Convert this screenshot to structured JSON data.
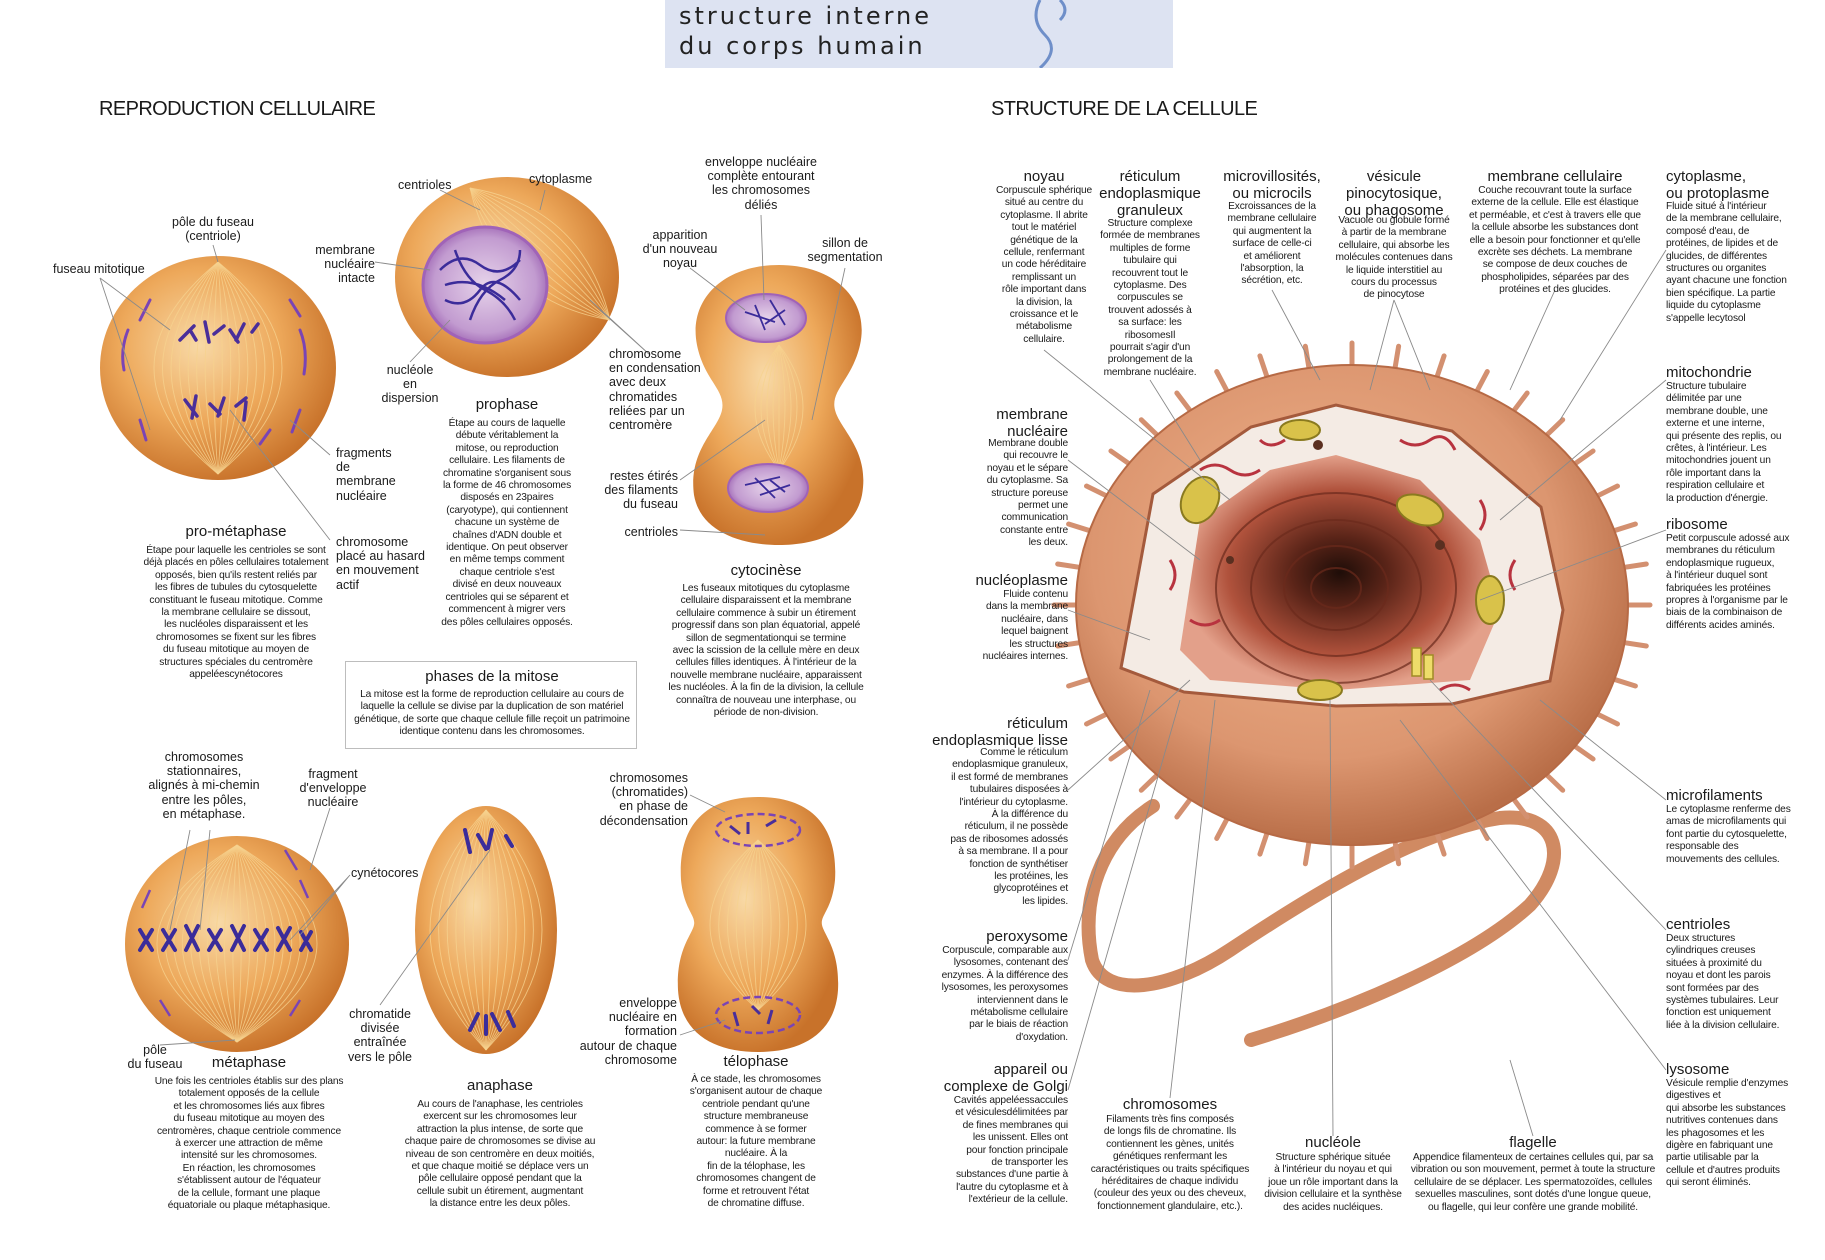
{
  "banner": {
    "line1": "structure interne",
    "line2": "du corps humain"
  },
  "reproduction": {
    "title": "REPRODUCTION CELLULAIRE",
    "phases_box": {
      "title": "phases de la mitose",
      "text": "La mitose est la forme de reproduction cellulaire au cours de\nlaquelle la cellule se divise par la duplication de son matériel\ngénétique, de sorte que chaque cellule fille reçoit un patrimoine\nidentique contenu dans les chromosomes."
    },
    "stages": {
      "prometaphase": {
        "title": "pro-métaphase",
        "text": "Étape pour laquelle les centrioles se sont\ndéjà placés en pôles cellulaires totalement\nopposés, bien qu'ils restent reliés par\nles fibres de tubules du cytosquelette\nconstituant le fuseau mitotique. Comme\nla membrane cellulaire se dissout,\nles nucléoles disparaissent et les\nchromosomes se fixent sur les fibres\ndu fuseau mitotique au moyen de\nstructures spéciales du centromère\nappeléescynétocores"
      },
      "prophase": {
        "title": "prophase",
        "text": "Étape au cours de laquelle\ndébute véritablement la\nmitose, ou reproduction\ncellulaire. Les filaments de\nchromatine s'organisent sous\nla forme de 46 chromosomes\ndisposés en 23paires\n(caryotype), qui contiennent\nchacune un système de\nchaînes d'ADN double et\nidentique. On peut observer\nen même temps comment\nchaque centriole s'est\ndivisé en deux nouveaux\ncentrioles qui se séparent et\ncommencent à migrer vers\ndes pôles cellulaires opposés."
      },
      "cytocinese": {
        "title": "cytocinèse",
        "text": "Les fuseaux mitotiques du cytoplasme\ncellulaire disparaissent et la membrane\ncellulaire commence à subir un étirement\nprogressif dans son plan équatorial, appelé\nsillon de segmentationqui se termine\navec la scission de la cellule mère en deux\ncellules filles identiques. À l'intérieur de la\nnouvelle membrane nucléaire, apparaissent\nles nucléoles. À la fin de la division, la cellule\nconnaîtra de nouveau une interphase, ou\npériode de non-division."
      },
      "metaphase": {
        "title": "métaphase",
        "text": "Une fois les centrioles établis sur des plans\ntotalement opposés de la cellule\net les chromosomes liés aux fibres\ndu fuseau mitotique au moyen des\ncentromères, chaque centriole commence\nà exercer une attraction de même\nintensité sur les chromosomes.\nEn réaction, les chromosomes\ns'établissent autour de l'équateur\nde la cellule, formant une plaque\néquatoriale ou plaque métaphasique."
      },
      "anaphase": {
        "title": "anaphase",
        "text": "Au cours de l'anaphase, les centrioles\nexercent sur les chromosomes leur\nattraction la plus intense, de sorte que\nchaque paire de chromosomes se divise au\nniveau de son centromère en deux moitiés,\net que chaque moitié se déplace vers un\npôle cellulaire opposé pendant que la\ncellule subit un étirement, augmentant\nla distance entre les deux pôles."
      },
      "telophase": {
        "title": "télophase",
        "text": "À ce stade, les chromosomes\ns'organisent autour de chaque\ncentriole pendant qu'une\nstructure membraneuse\ncommence à se former\nautour: la future membrane\nnucléaire. À la\nfin de la télophase, les\nchromosomes changent de\nforme et retrouvent l'état\nde chromatine diffuse."
      }
    },
    "labels": {
      "fuseau_mitotique": "fuseau mitotique",
      "pole_fuseau_centriole": "pôle du fuseau\n(centriole)",
      "membrane_nucleaire_intacte": "membrane\nnucléaire\nintacte",
      "centrioles_prophase": "centrioles",
      "cytoplasme": "cytoplasme",
      "nucleole_dispersion": "nucléole\nen\ndispersion",
      "fragments_membrane": "fragments\nde\nmembrane\nnucléaire",
      "chromosome_hasard": "chromosome\nplacé au hasard\nen mouvement\nactif",
      "enveloppe_complete": "enveloppe nucléaire\ncomplète entourant\nles chromosomes\ndéliés",
      "apparition_noyau": "apparition\nd'un nouveau\nnoyau",
      "sillon_segmentation": "sillon de\nsegmentation",
      "chromosome_condensation": "chromosome\nen condensation\navec deux\nchromatides\nreliées par un\ncentromère",
      "restes_etires": "restes étirés\ndes filaments\ndu fuseau",
      "centrioles_cyto": "centrioles",
      "chromosomes_stationnaires": "chromosomes\nstationnaires,\nalignés à mi-chemin\nentre les pôles,\nen métaphase.",
      "fragment_enveloppe": "fragment\nd'enveloppe\nnucléaire",
      "cynetocores": "cynétocores",
      "pole_fuseau": "pôle\ndu fuseau",
      "chromatide_divisee": "chromatide\ndivisée\nentraînée\nvers le pôle",
      "chromosomes_decondensation": "chromosomes\n(chromatides)\nen phase de\ndécondensation",
      "enveloppe_formation": "enveloppe\nnucléaire en\nformation\nautour de chaque\nchromosome"
    }
  },
  "structure": {
    "title": "STRUCTURE DE LA CELLULE",
    "organelles": {
      "noyau": {
        "name": "noyau",
        "text": "Corpuscule sphérique\nsitué au centre du\ncytoplasme. Il abrite\ntout le matériel\ngénétique de la\ncellule, renfermant\nun code héréditaire\nremplissant un\nrôle important dans\nla division, la\ncroissance et le\nmétabolisme\ncellulaire."
      },
      "reticulum_granuleux": {
        "name": "réticulum\nendoplasmique\ngranuleux",
        "text": "Structure complexe\nformée de membranes\nmultiples de forme\ntubulaire qui\nrecouvrent tout le\ncytoplasme. Des\ncorpuscules se\ntrouvent adossés à\nsa surface: les\nribosomesIl\npourrait s'agir d'un\nprolongement de la\nmembrane nucléaire."
      },
      "microvillosites": {
        "name": "microvillosités,\nou microcils",
        "text": "Excroissances de la\nmembrane cellulaire\nqui augmentent la\nsurface de celle-ci\net améliorent\nl'absorption, la\nsécrétion, etc."
      },
      "vesicule": {
        "name": "vésicule\npinocytosique,\nou phagosome",
        "text": "Vacuole ou globule formé\nà partir de la membrane\ncellulaire, qui absorbe les\nmolécules contenues dans\nle liquide interstitiel au\ncours du processus\nde pinocytose"
      },
      "membrane_cellulaire": {
        "name": "membrane cellulaire",
        "text": "Couche recouvrant toute la surface\nexterne de la cellule. Elle est élastique\net perméable, et c'est à travers elle que\nla cellule absorbe les substances dont\nelle a besoin pour fonctionner et qu'elle\nexcrète ses déchets. La membrane\nse compose de deux couches de\nphospholipides, séparées par des\nprotéines et des glucides."
      },
      "cytoplasme": {
        "name": "cytoplasme,\nou protoplasme",
        "text": "Fluide situé à l'intérieur\nde la membrane cellulaire,\ncomposé d'eau, de\nprotéines, de lipides et de\nglucides, de différentes\nstructures ou organites\nayant chacune une fonction\nbien spécifique. La partie\nliquide du cytoplasme\ns'appelle lecytosol"
      },
      "mitochondrie": {
        "name": "mitochondrie",
        "text": "Structure tubulaire\ndélimitée par une\nmembrane double, une\nexterne et une interne,\nqui présente des replis, ou\ncrêtes, à l'intérieur. Les\nmitochondries jouent un\nrôle important dans la\nrespiration cellulaire et\nla production d'énergie."
      },
      "ribosome": {
        "name": "ribosome",
        "text": "Petit corpuscule adossé aux\nmembranes du réticulum\nendoplasmique rugueux,\nà l'intérieur duquel sont\nfabriquées les protéines\npropres à l'organisme par le\nbiais de la combinaison de\ndifférents acides aminés."
      },
      "microfilaments": {
        "name": "microfilaments",
        "text": "Le cytoplasme renferme des\namas de microfilaments qui\nfont partie du cytosquelette,\nresponsable des\nmouvements des cellules."
      },
      "centrioles": {
        "name": "centrioles",
        "text": "Deux structures\ncylindriques creuses\nsituées à proximité du\nnoyau et dont les parois\nsont formées par des\nsystèmes tubulaires. Leur\nfonction est uniquement\nliée à la division cellulaire."
      },
      "lysosome": {
        "name": "lysosome",
        "text": "Vésicule remplie d'enzymes\ndigestives et\nqui absorbe les substances\nnutritives contenues dans\nles phagosomes et les\ndigère en fabriquant une\npartie utilisable par la\ncellule et d'autres produits\nqui seront éliminés."
      },
      "membrane_nucleaire": {
        "name": "membrane\nnucléaire",
        "text": "Membrane double\nqui recouvre le\nnoyau et le sépare\ndu cytoplasme. Sa\nstructure poreuse\npermet une\ncommunication\nconstante entre\nles deux."
      },
      "nucleoplasme": {
        "name": "nucléoplasme",
        "text": "Fluide contenu\ndans la membrane\nnucléaire, dans\nlequel baignent\nles structures\nnucléaires internes."
      },
      "reticulum_lisse": {
        "name": "réticulum\nendoplasmique lisse",
        "text": "Comme le réticulum\nendoplasmique granuleux,\nil est formé de membranes\ntubulaires disposées à\nl'intérieur du cytoplasme.\nÀ la différence du\nréticulum, il ne possède\npas de ribosomes adossés\nà sa membrane. Il a pour\nfonction de synthétiser\nles protéines, les\nglycoprotéines et\nles lipides."
      },
      "peroxysome": {
        "name": "peroxysome",
        "text": "Corpuscule, comparable aux\nlysosomes, contenant des\nenzymes. À la différence des\nlysosomes, les peroxysomes\ninterviennent dans le\nmétabolisme cellulaire\npar le biais de réaction\nd'oxydation."
      },
      "golgi": {
        "name": "appareil ou\ncomplexe de Golgi",
        "text": "Cavités appeléessaccules\net vésiculesdélimitées par\nde fines membranes qui\nles unissent. Elles ont\npour fonction principale\nde transporter les\nsubstances d'une partie à\nl'autre du cytoplasme et à\nl'extérieur de la cellule."
      },
      "chromosomes": {
        "name": "chromosomes",
        "text": "Filaments très fins composés\nde longs fils de chromatine. Ils\ncontiennent les gènes, unités\ngénétiques renfermant les\ncaractéristiques ou traits spécifiques\nhéréditaires de chaque individu\n(couleur des yeux ou des cheveux,\nfonctionnement glandulaire, etc.)."
      },
      "nucleole": {
        "name": "nucléole",
        "text": "Structure sphérique située\nà l'intérieur du noyau et qui\njoue un rôle important dans la\ndivision cellulaire et la synthèse\ndes acides nucléiques."
      },
      "flagelle": {
        "name": "flagelle",
        "text": "Appendice filamenteux de certaines cellules qui, par sa\nvibration ou son mouvement, permet à toute la structure\ncellulaire de se déplacer. Les spermatozoïdes, cellules\nsexuelles masculines, sont dotés d'une longue queue,\nou flagelle, qui leur confère une grande mobilité."
      }
    }
  },
  "colors": {
    "banner": "#dde3f2",
    "cell_orange": "#e39a4e",
    "nucleus": "#b98ac6",
    "chromosome": "#3b2c9a",
    "cell_membrane": "#d08a62"
  }
}
